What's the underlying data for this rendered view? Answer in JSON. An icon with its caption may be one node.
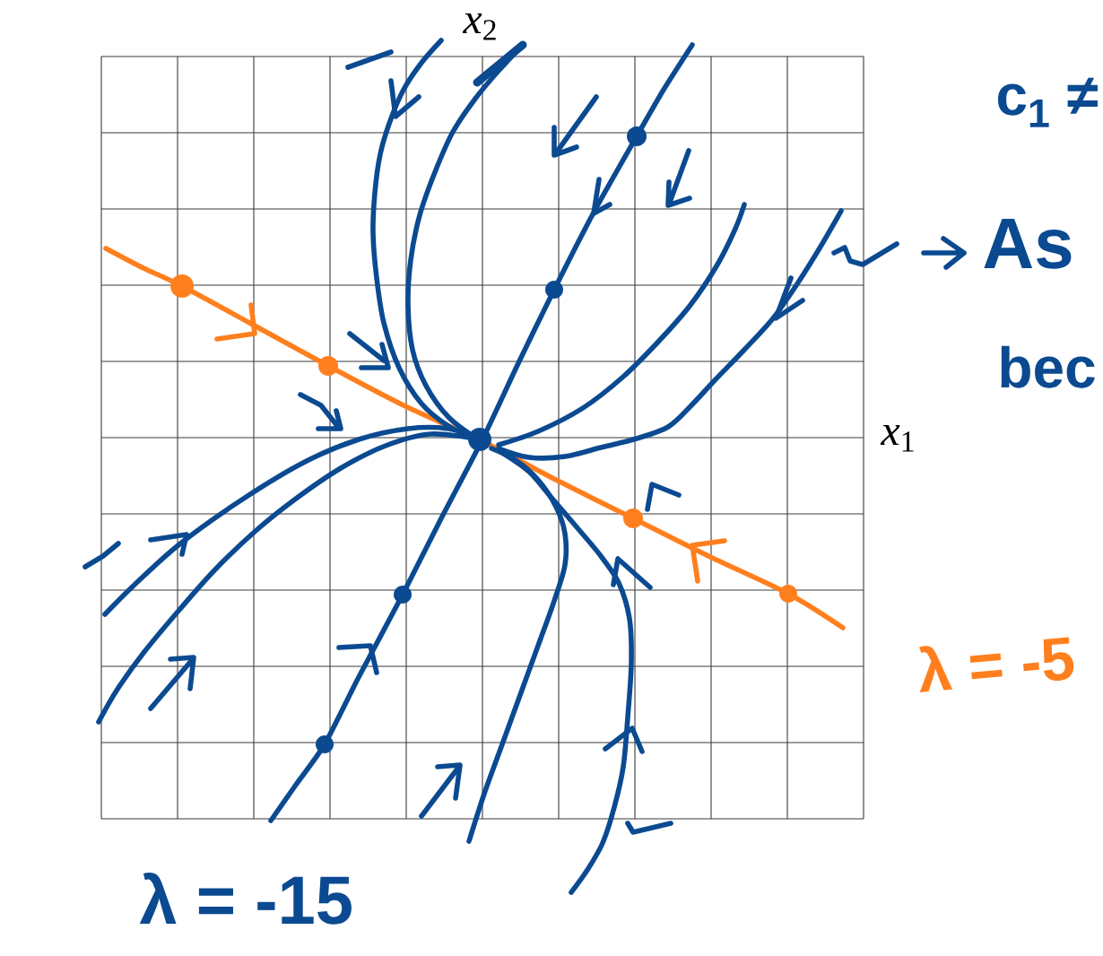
{
  "diagram": {
    "labels": [
      "*x*$_{2}$",
      "c$_{1}$ ≠",
      "As",
      "bec",
      "*x*$_{1}$",
      "λ = -5",
      "λ = -15"
    ]
  }
}
